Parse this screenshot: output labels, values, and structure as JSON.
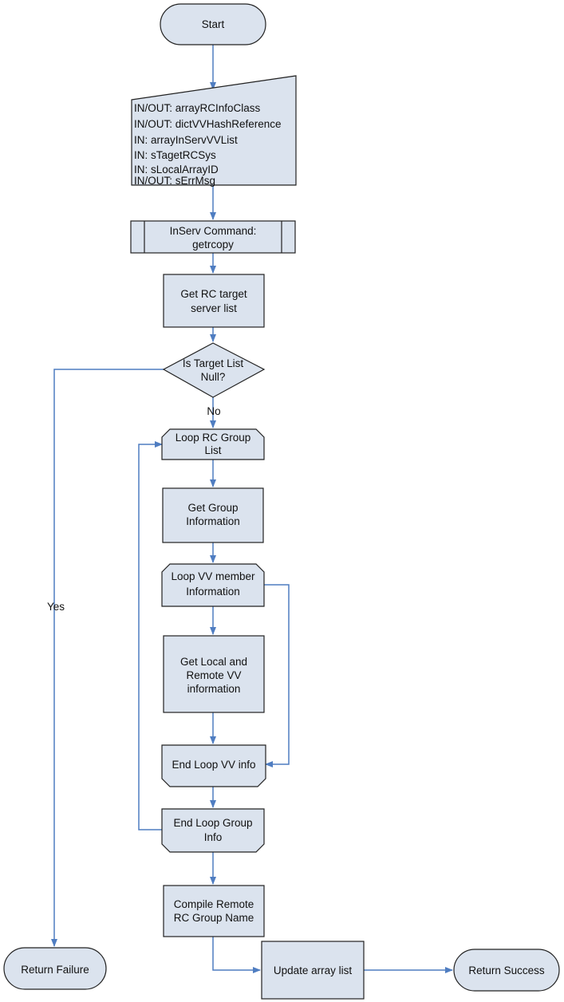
{
  "flowchart": {
    "start": "Start",
    "inputs": [
      "IN/OUT: arrayRCInfoClass",
      "IN/OUT: dictVVHashReference",
      "IN: arrayInServVVList",
      "IN: sTagetRCSys",
      "IN: sLocalArrayID",
      "IN/OUT: sErrMsg"
    ],
    "command": [
      "InServ Command:",
      "getrcopy"
    ],
    "get_target": [
      "Get RC target",
      "server list"
    ],
    "decision": [
      "Is Target List",
      "Null?"
    ],
    "yes_label": "Yes",
    "no_label": "No",
    "loop_group": [
      "Loop RC Group",
      "List"
    ],
    "get_group_info": [
      "Get Group",
      "Information"
    ],
    "loop_vv": [
      "Loop VV member",
      "Information"
    ],
    "get_local_remote": [
      "Get Local and",
      "Remote VV",
      "information"
    ],
    "end_loop_vv": "End Loop VV info",
    "end_loop_group": [
      "End Loop Group",
      "Info"
    ],
    "compile": [
      "Compile  Remote",
      "RC Group Name"
    ],
    "update": "Update array list",
    "return_success": "Return Success",
    "return_failure": "Return Failure"
  }
}
